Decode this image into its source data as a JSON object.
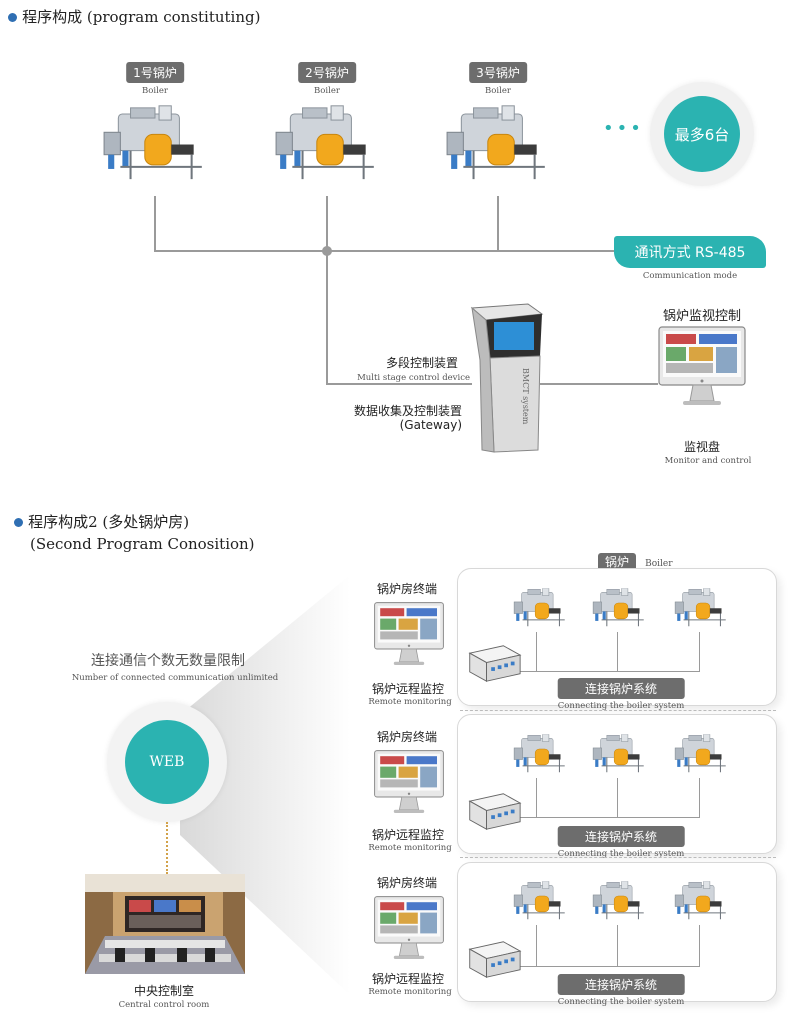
{
  "section1": {
    "title": "程序构成 (program constituting)",
    "boilers": [
      {
        "label": "1号锅炉",
        "sub": "Boiler"
      },
      {
        "label": "2号锅炉",
        "sub": "Boiler"
      },
      {
        "label": "3号锅炉",
        "sub": "Boiler"
      }
    ],
    "ellipsis": "•••",
    "max_label": "最多6台",
    "comm_label": "通讯方式 RS-485",
    "comm_sub": "Communication mode",
    "multi_label": "多段控制装置",
    "multi_sub": "Multi stage control device",
    "gateway_label": "数据收集及控制装置",
    "gateway_sub": "(Gateway)",
    "kiosk_text": "BMCT system",
    "monitor_title": "锅炉监视控制",
    "monitor_label": "监视盘",
    "monitor_sub": "Monitor and control"
  },
  "section2": {
    "title": "程序构成2 (多处锅炉房)",
    "title_en": "(Second Program Conosition)",
    "unlimited_label": "连接通信个数无数量限制",
    "unlimited_sub": "Number of connected communication unlimited",
    "web_label": "WEB",
    "control_room_label": "中央控制室",
    "control_room_sub": "Central control room",
    "boiler_tag": "锅炉",
    "boiler_tag_sub": "Boiler",
    "groups": [
      {
        "terminal": "锅炉房终端",
        "remote": "锅炉远程监控",
        "remote_sub": "Remote monitoring",
        "connect": "连接锅炉系统",
        "connect_sub": "Connecting the boiler system"
      },
      {
        "terminal": "锅炉房终端",
        "remote": "锅炉远程监控",
        "remote_sub": "Remote monitoring",
        "connect": "连接锅炉系统",
        "connect_sub": "Connecting the boiler system"
      },
      {
        "terminal": "锅炉房终端",
        "remote": "锅炉远程监控",
        "remote_sub": "Remote monitoring",
        "connect": "连接锅炉系统",
        "connect_sub": "Connecting the boiler system"
      }
    ]
  },
  "colors": {
    "accent": "#2bb3b1",
    "bullet": "#2f6fb3",
    "tag_gray": "#6d6d6d",
    "boiler_orange": "#f2a81d"
  }
}
